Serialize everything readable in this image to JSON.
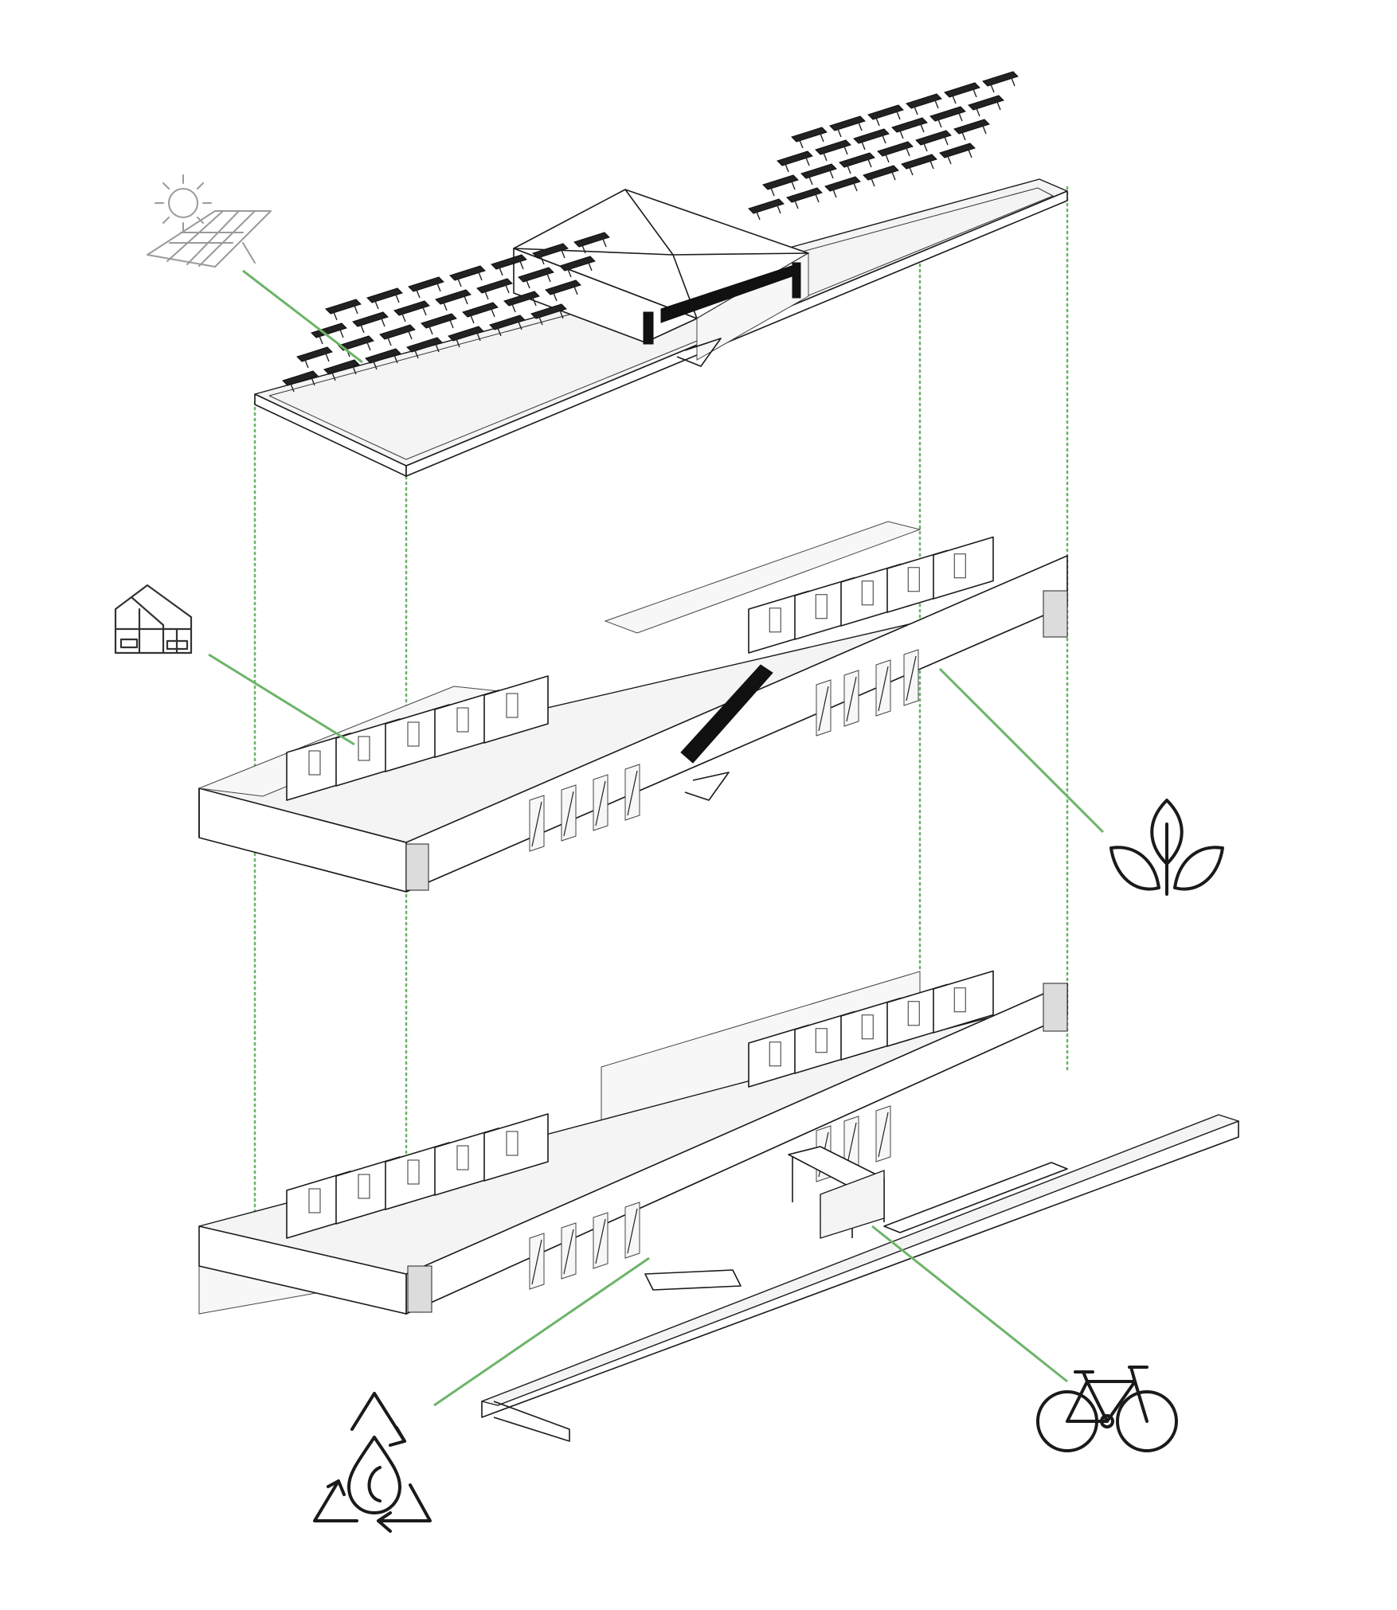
{
  "diagram": {
    "type": "exploded-axonometric",
    "levels": [
      "roof",
      "upper-floor",
      "ground-floor"
    ],
    "accent_color": "#6db46a",
    "line_color": "#1a1a1a",
    "callouts": [
      {
        "icon": "solar-panel-icon",
        "target": "roof"
      },
      {
        "icon": "greenhouse-icon",
        "target": "upper-floor"
      },
      {
        "icon": "leaves-icon",
        "target": "upper-floor"
      },
      {
        "icon": "water-recycle-icon",
        "target": "ground-floor"
      },
      {
        "icon": "bicycle-icon",
        "target": "bike-shelter"
      }
    ]
  }
}
